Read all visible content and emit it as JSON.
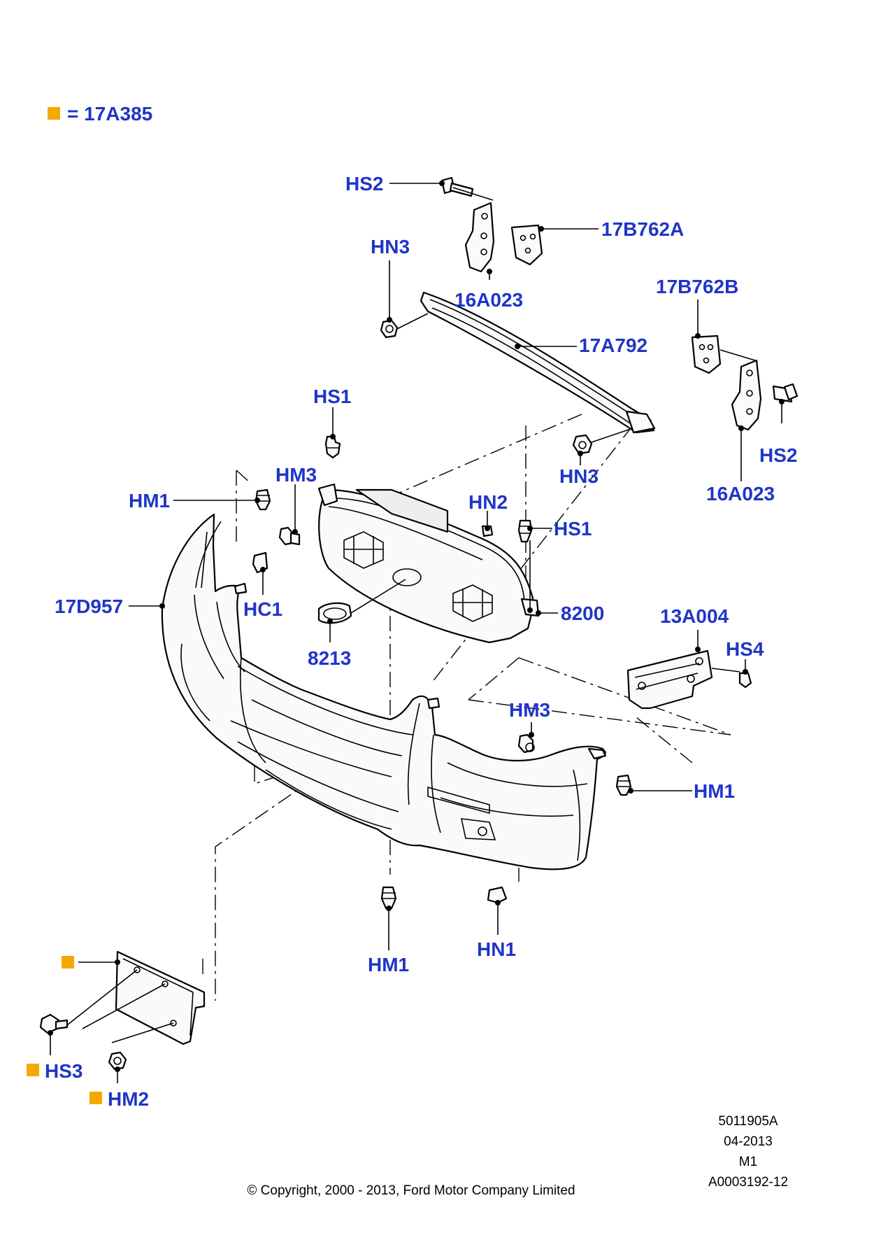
{
  "legend": {
    "marker_color": "#f5a800",
    "text": "= 17A385"
  },
  "label_color": "#1f35c8",
  "callouts": [
    {
      "id": "hs2-top",
      "text": "HS2"
    },
    {
      "id": "17b762a",
      "text": "17B762A"
    },
    {
      "id": "hn3-top",
      "text": "HN3"
    },
    {
      "id": "16a023-left",
      "text": "16A023"
    },
    {
      "id": "17b762b",
      "text": "17B762B"
    },
    {
      "id": "17a792",
      "text": "17A792"
    },
    {
      "id": "hs1-top",
      "text": "HS1"
    },
    {
      "id": "hs2-right",
      "text": "HS2"
    },
    {
      "id": "hn3-mid",
      "text": "HN3"
    },
    {
      "id": "16a023-right",
      "text": "16A023"
    },
    {
      "id": "hm3-top",
      "text": "HM3"
    },
    {
      "id": "hm1-left",
      "text": "HM1"
    },
    {
      "id": "hn2",
      "text": "HN2"
    },
    {
      "id": "hs1-right",
      "text": "HS1"
    },
    {
      "id": "17d957",
      "text": "17D957"
    },
    {
      "id": "hc1",
      "text": "HC1"
    },
    {
      "id": "8200",
      "text": "8200"
    },
    {
      "id": "13a004",
      "text": "13A004"
    },
    {
      "id": "8213",
      "text": "8213"
    },
    {
      "id": "hs4",
      "text": "HS4"
    },
    {
      "id": "hm3-lower",
      "text": "HM3"
    },
    {
      "id": "hm1-right",
      "text": "HM1"
    },
    {
      "id": "hn1",
      "text": "HN1"
    },
    {
      "id": "hm1-bottom",
      "text": "HM1"
    },
    {
      "id": "hs3",
      "text": "HS3"
    },
    {
      "id": "hm2",
      "text": "HM2"
    }
  ],
  "doc_info": [
    "5011905A",
    "04-2013",
    "M1",
    "A0003192-12"
  ],
  "copyright": "© Copyright, 2000 - 2013, Ford Motor Company Limited"
}
